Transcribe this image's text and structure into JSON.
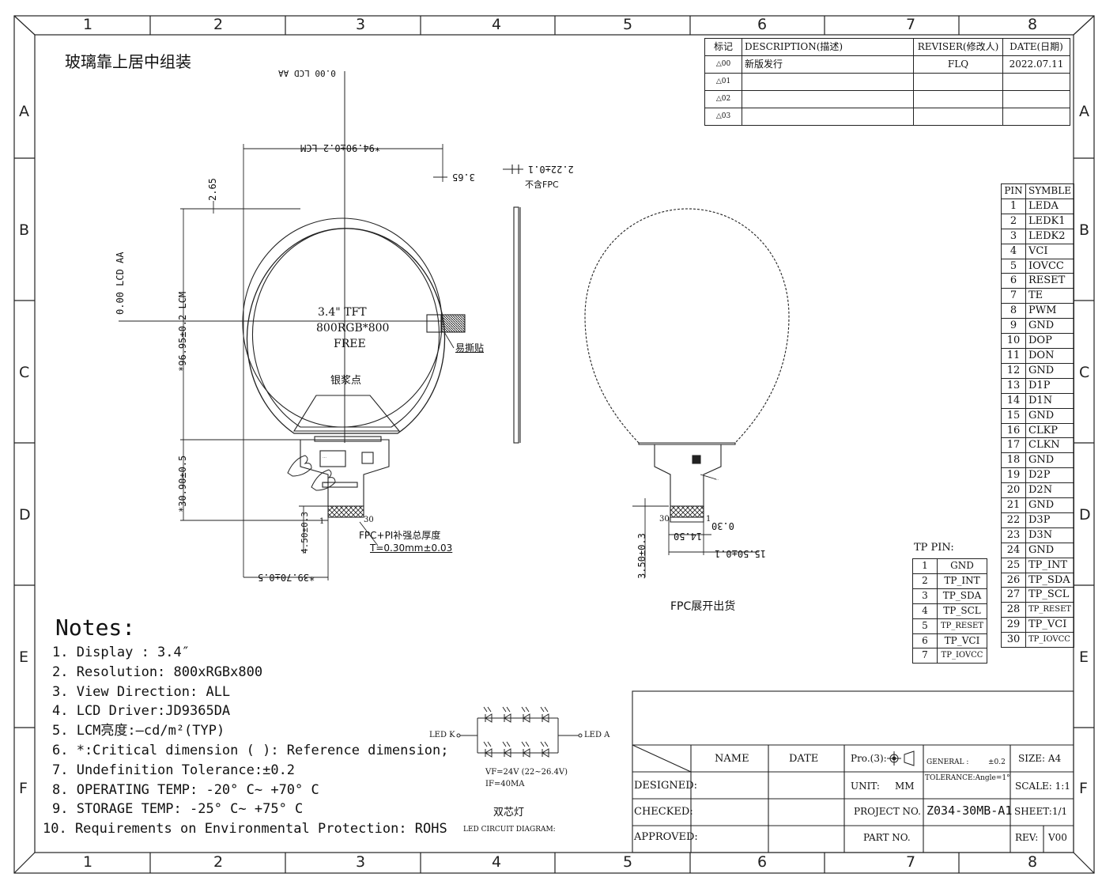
{
  "frame": {
    "columns": [
      "1",
      "2",
      "3",
      "4",
      "5",
      "6",
      "7",
      "8"
    ],
    "rows": [
      "A",
      "B",
      "C",
      "D",
      "E",
      "F"
    ]
  },
  "title": "玻璃靠上居中组装",
  "revision_table": {
    "headers": [
      "标记",
      "DESCRIPTION(描述)",
      "REVISER(修改人)",
      "DATE(日期)"
    ],
    "rows": [
      {
        "mark": "00",
        "description": "新版发行",
        "reviser": "FLQ",
        "date": "2022.07.11"
      },
      {
        "mark": "01",
        "description": "",
        "reviser": "",
        "date": ""
      },
      {
        "mark": "02",
        "description": "",
        "reviser": "",
        "date": ""
      },
      {
        "mark": "03",
        "description": "",
        "reviser": "",
        "date": ""
      }
    ]
  },
  "front_view": {
    "lcd_aa_top": "0.00 LCD AA",
    "lcd_aa_left": "0.00 LCD AA",
    "width_lcm": "*94.90±0.2 LCM",
    "dim_3_65": "3.65",
    "dim_2_65": "2.65",
    "height_lcm": "*96.95±0.2 LCM",
    "fpc_length": "*30.90±0.5",
    "fpc_width": "*39.70±0.5",
    "fpc_tail": "4.50±0.3",
    "panel_line1": "3.4\"  TFT",
    "panel_line2": "800RGB*800",
    "panel_line3": "FREE",
    "silver_paste": "银浆点",
    "easy_tear": "易撕贴",
    "pin1": "1",
    "pin30": "30",
    "fpc_note1": "FPC+PI补强总厚度",
    "fpc_note2": "T=0.30mm±0.03",
    "fpc_label1": "…",
    "fpc_label2": "…"
  },
  "side_view": {
    "thickness": "2.22±0.1",
    "note": "不含FPC"
  },
  "fpc_view": {
    "caption": "FPC展开出货",
    "dim_3_50": "3.50±0.3",
    "dim_14_50": "14.50",
    "dim_0_30": "0.30",
    "dim_15_50": "15.50±0.1",
    "pin30": "30",
    "pin1": "1",
    "stiffener_note": "…"
  },
  "pin_table": {
    "header_pin": "PIN",
    "header_sym": "SYMBLE",
    "pins": [
      {
        "n": "1",
        "s": "LEDA"
      },
      {
        "n": "2",
        "s": "LEDK1"
      },
      {
        "n": "3",
        "s": "LEDK2"
      },
      {
        "n": "4",
        "s": "VCI"
      },
      {
        "n": "5",
        "s": "IOVCC"
      },
      {
        "n": "6",
        "s": "RESET"
      },
      {
        "n": "7",
        "s": "TE"
      },
      {
        "n": "8",
        "s": "PWM"
      },
      {
        "n": "9",
        "s": "GND"
      },
      {
        "n": "10",
        "s": "DOP"
      },
      {
        "n": "11",
        "s": "DON"
      },
      {
        "n": "12",
        "s": "GND"
      },
      {
        "n": "13",
        "s": "D1P"
      },
      {
        "n": "14",
        "s": "D1N"
      },
      {
        "n": "15",
        "s": "GND"
      },
      {
        "n": "16",
        "s": "CLKP"
      },
      {
        "n": "17",
        "s": "CLKN"
      },
      {
        "n": "18",
        "s": "GND"
      },
      {
        "n": "19",
        "s": "D2P"
      },
      {
        "n": "20",
        "s": "D2N"
      },
      {
        "n": "21",
        "s": "GND"
      },
      {
        "n": "22",
        "s": "D3P"
      },
      {
        "n": "23",
        "s": "D3N"
      },
      {
        "n": "24",
        "s": "GND"
      },
      {
        "n": "25",
        "s": "TP_INT"
      },
      {
        "n": "26",
        "s": "TP_SDA"
      },
      {
        "n": "27",
        "s": "TP_SCL"
      },
      {
        "n": "28",
        "s": "TP_RESET"
      },
      {
        "n": "29",
        "s": "TP_VCI"
      },
      {
        "n": "30",
        "s": "TP_IOVCC"
      }
    ]
  },
  "tp_table": {
    "title": "TP PIN:",
    "pins": [
      {
        "n": "1",
        "s": "GND"
      },
      {
        "n": "2",
        "s": "TP_INT"
      },
      {
        "n": "3",
        "s": "TP_SDA"
      },
      {
        "n": "4",
        "s": "TP_SCL"
      },
      {
        "n": "5",
        "s": "TP_RESET"
      },
      {
        "n": "6",
        "s": "TP_VCI"
      },
      {
        "n": "7",
        "s": "TP_IOVCC"
      }
    ]
  },
  "notes": {
    "title": "Notes:",
    "items": [
      "1. Display : 3.4″",
      "2. Resolution: 800xRGBx800",
      "3. View Direction: ALL",
      "4. LCD Driver:JD9365DA",
      "5. LCM亮度:—cd/m²(TYP)",
      "6. *:Critical dimension  ( ): Reference dimension;",
      "7. Undefinition Tolerance:±0.2",
      "8. OPERATING TEMP: -20° C~ +70° C",
      "9. STORAGE TEMP: -25° C~ +75° C",
      "10. Requirements on Environmental Protection: ROHS"
    ]
  },
  "led_circuit": {
    "led_k": "LED K",
    "led_a": "LED A",
    "vf": "VF=24V (22~26.4V)",
    "if": "IF=40MA",
    "dual": "双芯灯",
    "caption": "LED CIRCUIT DIAGRAM:"
  },
  "title_block": {
    "col_name": "NAME",
    "col_date": "DATE",
    "row_designed": "DESIGNED:",
    "row_checked": "CHECKED:",
    "row_approved": "APPROVED:",
    "pro": "Pro.(3):",
    "general": "GENERAL :",
    "general_tol": "±0.2",
    "tolerance_angle": "TOLERANCE:Angle=1°",
    "unit_label": "UNIT:",
    "unit_value": "MM",
    "project_label": "PROJECT NO.",
    "project_value": "Z034-30MB-A1",
    "part_label": "PART NO.",
    "size": "SIZE:  A4",
    "scale": "SCALE:  1:1",
    "sheet": "SHEET:1/1",
    "rev_label": "REV:",
    "rev_value": "V00"
  }
}
